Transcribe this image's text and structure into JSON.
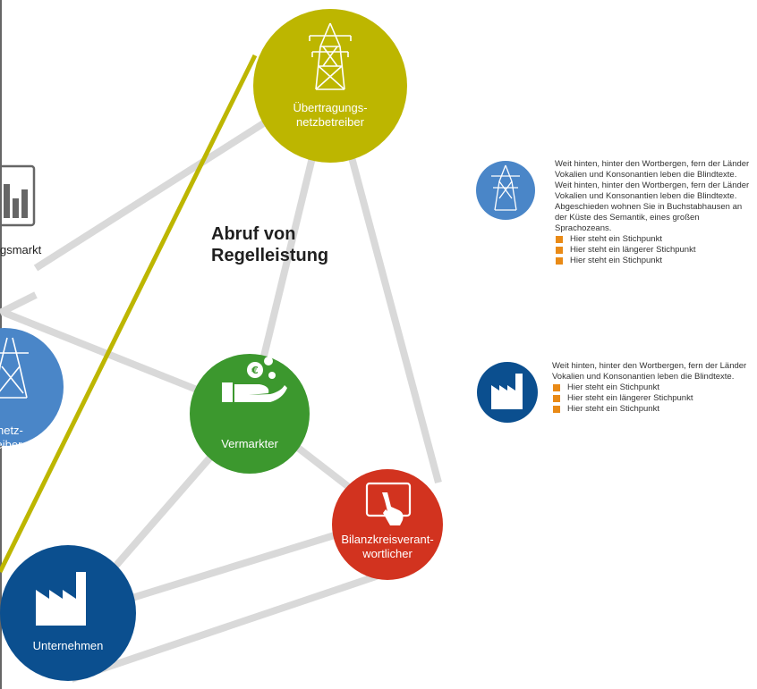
{
  "colors": {
    "olive": "#bdb600",
    "light_blue": "#4a86c8",
    "dark_blue": "#0b4f8f",
    "green": "#3c982e",
    "red": "#d2331f",
    "line_gray": "#d9d9d9",
    "bullet": "#e98a16"
  },
  "center_title": "Abruf von\nRegelleistung",
  "nodes": {
    "uebertragung": {
      "label": "Übertragungs-\nnetzbetreiber",
      "icon": "power-tower-icon"
    },
    "verteilnetz": {
      "label": "lnetz-\neiber",
      "icon": "power-tower-icon"
    },
    "vermarkter": {
      "label": "Vermarkter",
      "icon": "hand-coins-icon"
    },
    "bilanzkreis": {
      "label": "Bilanzkreisverant-\nwortlicher",
      "icon": "touchscreen-hand-icon"
    },
    "unternehmen": {
      "label": "Unternehmen",
      "icon": "factory-icon"
    },
    "markt": {
      "label": "gsmarkt",
      "icon": "monitor-chart-icon"
    }
  },
  "info_blocks": [
    {
      "icon": "power-tower-icon",
      "text": "Weit hinten, hinter den Wortbergen, fern der Länder Vokalien und Konsonantien leben die Blindtexte. Weit hinten, hinter den Wortbergen, fern der Länder Vokalien und Konsonantien leben die Blindtexte. Abgeschieden wohnen Sie in Buchstabhausen an der Küste des Semantik, eines großen Sprachozeans.",
      "bullets": [
        "Hier steht ein Stichpunkt",
        "Hier steht ein längerer Stichpunkt",
        "Hier steht ein Stichpunkt"
      ]
    },
    {
      "icon": "factory-icon",
      "text": "Weit hinten, hinter den Wortbergen, fern der Länder Vokalien und Konsonantien leben die Blindtexte.",
      "bullets": [
        "Hier steht ein Stichpunkt",
        "Hier steht ein längerer Stichpunkt",
        "Hier steht ein Stichpunkt"
      ]
    }
  ]
}
